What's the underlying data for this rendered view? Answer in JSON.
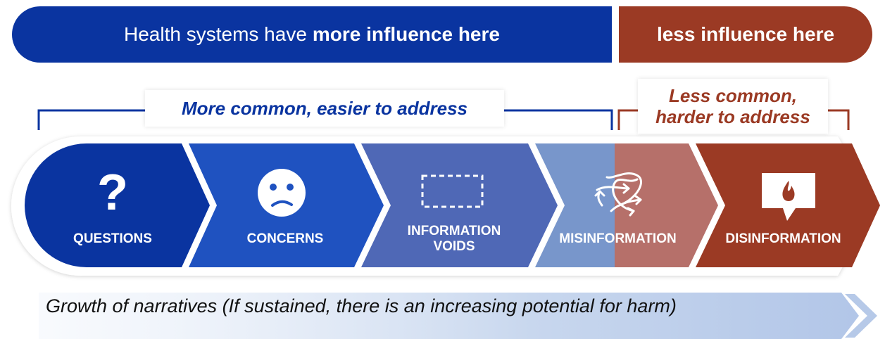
{
  "banner": {
    "left_prefix": "Health systems have",
    "left_bold": "more influence here",
    "right": "less influence here"
  },
  "groups": {
    "more_common": "More common, easier to address",
    "less_common_line1": "Less common,",
    "less_common_line2": "harder to address"
  },
  "stages": [
    {
      "label": "QUESTIONS",
      "icon": "question-mark-icon"
    },
    {
      "label": "CONCERNS",
      "icon": "confused-face-icon"
    },
    {
      "label_line1": "INFORMATION",
      "label_line2": "VOIDS",
      "icon": "dashed-box-icon"
    },
    {
      "label": "MISINFORMATION",
      "icon": "scattered-arrows-icon"
    },
    {
      "label": "DISINFORMATION",
      "icon": "speech-bubble-fire-icon"
    }
  ],
  "growth_text": "Growth of narratives (If sustained, there is an increasing potential for harm)",
  "colors": {
    "navy": "#0a34a0",
    "blue": "#1f52c0",
    "slate": "#4f68b6",
    "light_blue": "#7896cb",
    "rust_light": "#b6706a",
    "rust": "#9b3a24"
  }
}
